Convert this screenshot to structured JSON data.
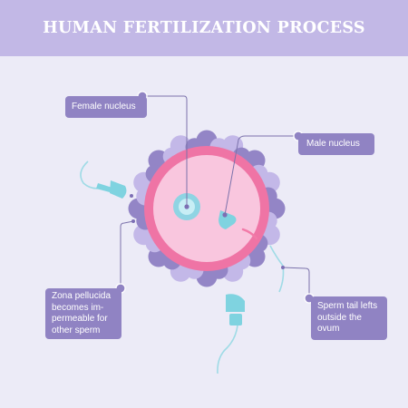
{
  "title": "HUMAN FERTILIZATION PROCESS",
  "labels": {
    "female_nucleus": "Female nucleus",
    "male_nucleus": "Male nucleus",
    "zona_pellucida": "Zona pellucida becomes im- permeable for other sperm",
    "sperm_tail": "Sperm tail lefts outside the ovum"
  },
  "colors": {
    "background": "#ecebf7",
    "header": "#c2b8e6",
    "label_box": "#9083c3",
    "corona_dark": "#9385c6",
    "corona_light": "#c3b8e8",
    "zona_ring": "#ef74a5",
    "cytoplasm": "#f9c6de",
    "sperm": "#7fd3e0",
    "sperm_tail": "#9fdbe6"
  }
}
